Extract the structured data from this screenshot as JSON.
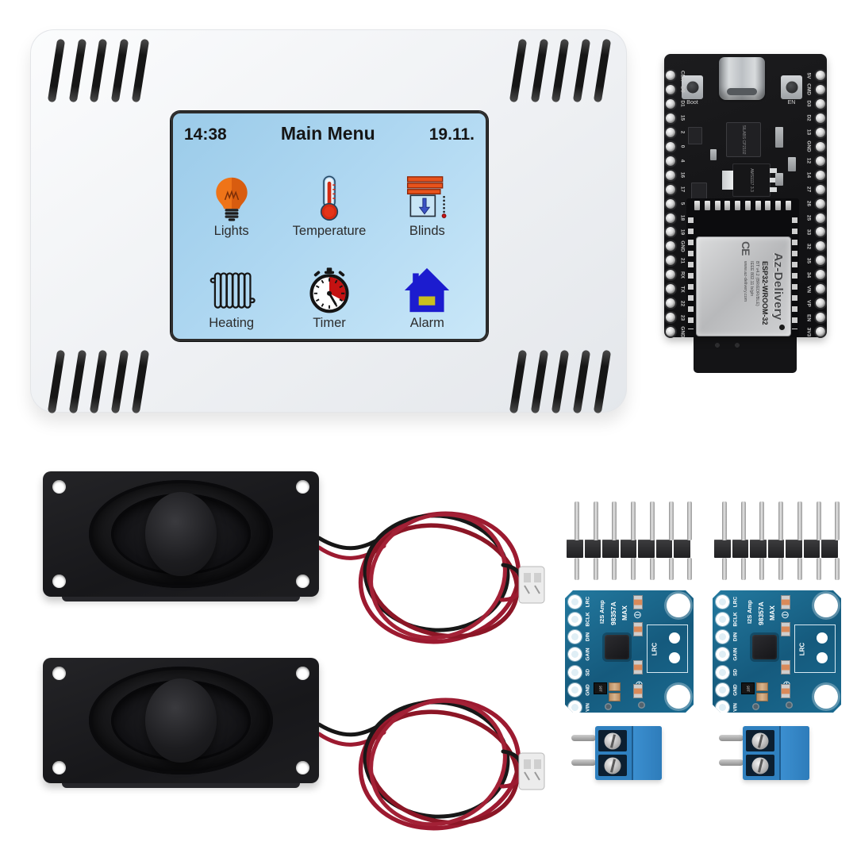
{
  "panel": {
    "screen": {
      "time": "14:38",
      "title": "Main Menu",
      "date": "19.11.",
      "menu_items": [
        {
          "label": "Lights",
          "icon": "bulb-icon"
        },
        {
          "label": "Temperature",
          "icon": "thermometer-icon"
        },
        {
          "label": "Blinds",
          "icon": "blinds-icon"
        },
        {
          "label": "Heating",
          "icon": "radiator-icon"
        },
        {
          "label": "Timer",
          "icon": "stopwatch-icon"
        },
        {
          "label": "Alarm",
          "icon": "alarm-house-icon"
        }
      ]
    }
  },
  "esp32": {
    "boot_button_label": "Boot",
    "en_button_label": "EN",
    "usb_chip_label": "SILABS CP2102",
    "regulator_label": "AMS1117 3.3",
    "left_pins": [
      "CLK",
      "D0",
      "D1",
      "15",
      "2",
      "0",
      "4",
      "16",
      "17",
      "5",
      "18",
      "19",
      "GND",
      "21",
      "RX",
      "TX",
      "22",
      "23",
      "GND"
    ],
    "right_pins": [
      "5V",
      "CMD",
      "D3",
      "D2",
      "13",
      "GND",
      "12",
      "14",
      "27",
      "26",
      "25",
      "33",
      "32",
      "35",
      "34",
      "VN",
      "VP",
      "EN",
      "3V3"
    ],
    "module": {
      "brand": "Az-Delivery",
      "model": "ESP32-WROOM-32",
      "bt": "BT v4.2 (BR/EDR/BLE)",
      "wifi": "IEEE 802.11 b/g/n",
      "website": "www.az-delivery.com",
      "ce_mark": "CE"
    }
  },
  "amp_board": {
    "silk_i2s": "I2S Amp",
    "silk_part": "98357A",
    "silk_brand": "MAX",
    "pin_labels": [
      "LRC",
      "BCLK",
      "DIN",
      "GAIN",
      "SD",
      "GND",
      "VIN"
    ],
    "lrc_box_label": "LRC",
    "minus_symbol": "⊖",
    "plus_symbol": "⊕",
    "component_label": "105"
  },
  "colors": {
    "screen_blue_top": "#9bcbe9",
    "screen_blue_bottom": "#c9e7f8",
    "accent_orange": "#e8531c",
    "alarm_blue": "#1c1ccf",
    "timer_red": "#c41212",
    "window_yellow": "#c9bf1f",
    "amp_pcb_blue": "#1a6a90",
    "terminal_blue": "#2f80bf",
    "wire_red": "#9c1a30"
  }
}
